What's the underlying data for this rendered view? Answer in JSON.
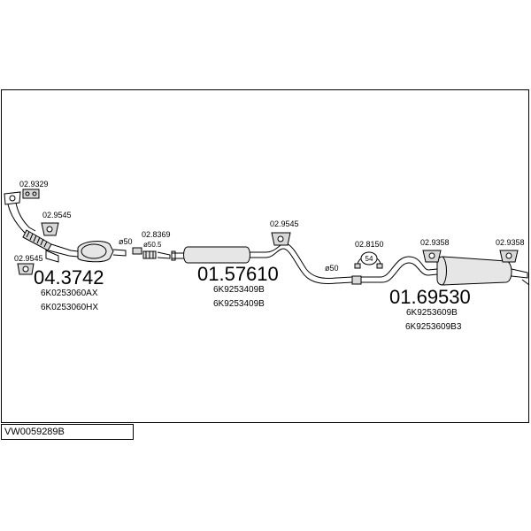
{
  "diagram": {
    "vehicle_code": "VW0059289B",
    "parts": [
      {
        "number": "04.3742",
        "oe_refs": [
          "6K0253060AX",
          "6K0253060HX"
        ]
      },
      {
        "number": "01.57610",
        "oe_refs": [
          "6K9253409B",
          "6K9253409B"
        ]
      },
      {
        "number": "01.69530",
        "oe_refs": [
          "6K9253609B",
          "6K9253609B3"
        ]
      }
    ],
    "fittings": [
      {
        "label": "02.9329"
      },
      {
        "label": "02.9545"
      },
      {
        "label": "02.9545"
      },
      {
        "label": "02.8369"
      },
      {
        "label": "02.9545"
      },
      {
        "label": "02.8150"
      },
      {
        "label": "02.9358"
      },
      {
        "label": "02.9358"
      }
    ],
    "pipe_sizes": [
      "ø50",
      "ø50.5",
      "ø50"
    ],
    "clamp_badge": "54"
  }
}
